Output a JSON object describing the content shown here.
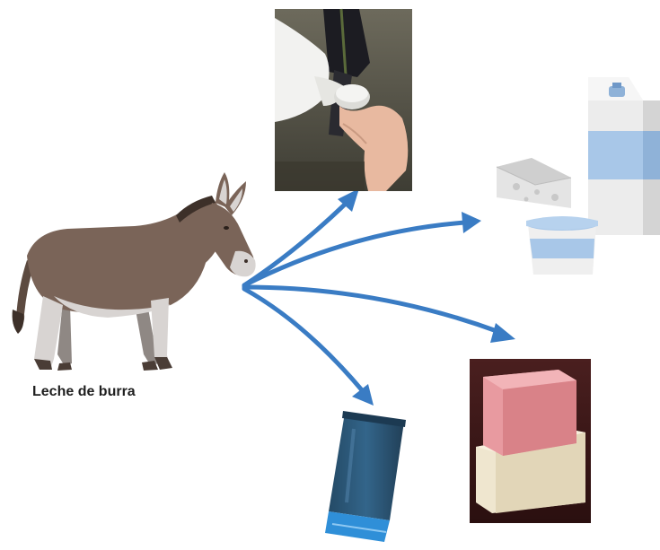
{
  "source": {
    "label": "Leche de burra",
    "icon": "donkey-icon"
  },
  "arrow_color": "#3a7cc4",
  "products": [
    {
      "icon": "milk-pouring-photo",
      "direction": "up"
    },
    {
      "icon": "dairy-products-icon",
      "direction": "right"
    },
    {
      "icon": "soap-bars-photo",
      "direction": "down-right"
    },
    {
      "icon": "cream-tube-icon",
      "direction": "down"
    }
  ],
  "colors": {
    "donkey_body": "#7a6458",
    "donkey_belly": "#d8d4d2",
    "milk_carton_blue": "#a8c7e8",
    "soap_pink": "#e89aa0",
    "soap_cream": "#efe6cf",
    "tube_body": "#2e5a7a",
    "tube_cap": "#2f8fd8"
  }
}
